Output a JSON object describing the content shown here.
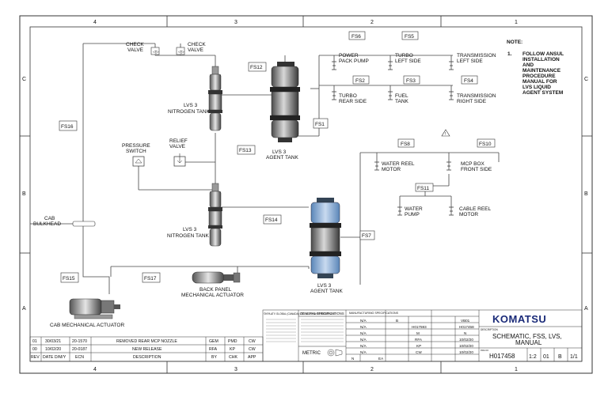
{
  "zones": {
    "columns": [
      "4",
      "3",
      "2",
      "1"
    ],
    "rows": [
      "C",
      "B",
      "A"
    ]
  },
  "filters": {
    "fs1": "FS1",
    "fs2": "FS2",
    "fs3": "FS3",
    "fs4": "FS4",
    "fs5": "FS5",
    "fs6": "FS6",
    "fs7": "FS7",
    "fs8": "FS8",
    "fs10": "FS10",
    "fs11": "FS11",
    "fs12": "FS12",
    "fs13": "FS13",
    "fs14": "FS14",
    "fs15": "FS15",
    "fs16": "FS16",
    "fs17": "FS17"
  },
  "labels": {
    "check_valve_1": [
      "CHECK",
      "VALVE"
    ],
    "check_valve_2": [
      "CHECK",
      "VALVE"
    ],
    "nitrogen_tank_1": [
      "LVS 3",
      "NITROGEN TANK"
    ],
    "nitrogen_tank_2": [
      "LVS 3",
      "NITROGEN TANK"
    ],
    "agent_tank_1": [
      "LVS 3",
      "AGENT TANK"
    ],
    "agent_tank_2": [
      "LVS 3",
      "AGENT TANK"
    ],
    "pressure_switch": [
      "PRESSURE",
      "SWITCH"
    ],
    "relief_valve": [
      "RELIEF",
      "VALVE"
    ],
    "cab_bulkhead": [
      "CAB",
      "BULKHEAD"
    ],
    "back_panel": [
      "BACK PANEL",
      "MECHANICAL ACTUATOR"
    ],
    "cab_actuator": "CAB MECHANICAL ACTUATOR",
    "power_pack": [
      "POWER",
      "PACK PUMP"
    ],
    "turbo_left": [
      "TURBO",
      "LEFT SIDE"
    ],
    "trans_left": [
      "TRANSMISSION",
      "LEFT SIDE"
    ],
    "turbo_rear": [
      "TURBO",
      "REAR SIDE"
    ],
    "fuel_tank": [
      "FUEL",
      "TANK"
    ],
    "trans_right": [
      "TRANSMISSION",
      "RIGHT SIDE"
    ],
    "water_reel": [
      "WATER REEL",
      "MOTOR"
    ],
    "mcp_box": [
      "MCP BOX",
      "FRONT SIDE"
    ],
    "water_pump": [
      "WATER",
      "PUMP"
    ],
    "cable_reel": [
      "CABLE REEL",
      "MOTOR"
    ]
  },
  "note": {
    "title": "NOTE:",
    "number": "1.",
    "lines": [
      "FOLLOW ANSUL",
      "INSTALLATION",
      "AND",
      "MAINTENANCE",
      "PROCEDURE",
      "MANUAL FOR",
      "LVS LIQUID",
      "AGENT SYSTEM"
    ]
  },
  "revisions": {
    "rows": [
      [
        "01",
        "30/03/21",
        "20-1570",
        "REMOVED REAR MCP NOZZLE",
        "GEM",
        "PMD",
        "CW"
      ],
      [
        "00",
        "10/02/20",
        "20-0187",
        "NEW RELEASE",
        "RFA",
        "KP",
        "CW"
      ]
    ],
    "header": [
      "REV",
      "DATE D/M/Y",
      "ECN",
      "DESCRIPTION",
      "BY",
      "CHK",
      "APP"
    ]
  },
  "title_block": {
    "copyright": "©KPA ATV GLOBAL (CANADA) LTD. ALL RIGHTS RESERVED.",
    "general_specs": "GENERAL SPECIFICATIONS",
    "metric": "METRIC",
    "manufacturing": "MANUFACTURING SPECIFICATIONS",
    "na": "N/A",
    "units": "N",
    "ea": "EA",
    "rev_letter": "B",
    "doc_code": "VB01",
    "part_a": "H017593",
    "part_b": "H017458",
    "m": "M",
    "rfa": "RFA",
    "kp": "KP",
    "cw": "CW",
    "date_1": "10/02/20",
    "date_2": "10/02/20",
    "date_3": "10/02/20",
    "brand": "KOMATSU",
    "description_label": "DESCRIPTION",
    "description": [
      "SCHEMATIC, FSS, LVS,",
      "MANUAL"
    ],
    "dwg_label": "DWG NO",
    "dwg_no": "H017458",
    "scale": "1:2",
    "size": "01",
    "rev": "B",
    "sheet": "1/1"
  }
}
